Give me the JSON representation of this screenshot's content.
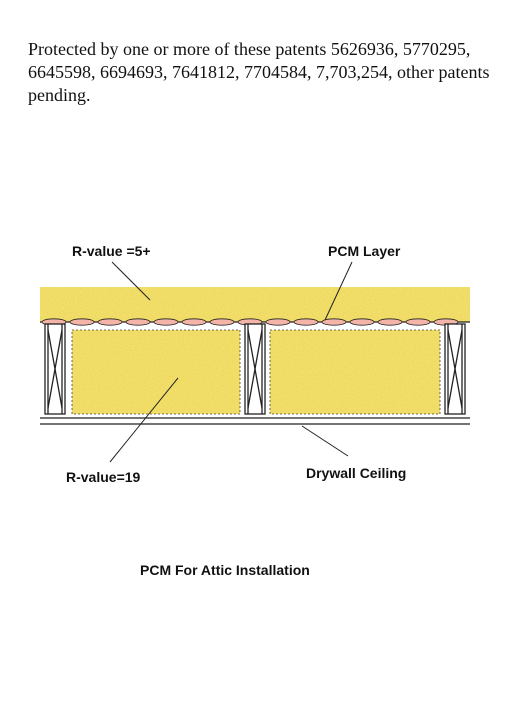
{
  "patent_notice": "Protected by one or more of these patents 5626936, 5770295, 6645598, 6694693, 7641812, 7704584, 7,703,254, other patents pending.",
  "labels": {
    "r_value_top": "R-value =5+",
    "pcm_layer": "PCM Layer",
    "r_value_bottom": "R-value=19",
    "drywall": "Drywall Ceiling",
    "caption": "PCM For Attic Installation"
  },
  "colors": {
    "insulation": "#f2df6a",
    "insulation_speckle": "#c9a81c",
    "pcm": "#f4b4a8",
    "line": "#222222"
  }
}
